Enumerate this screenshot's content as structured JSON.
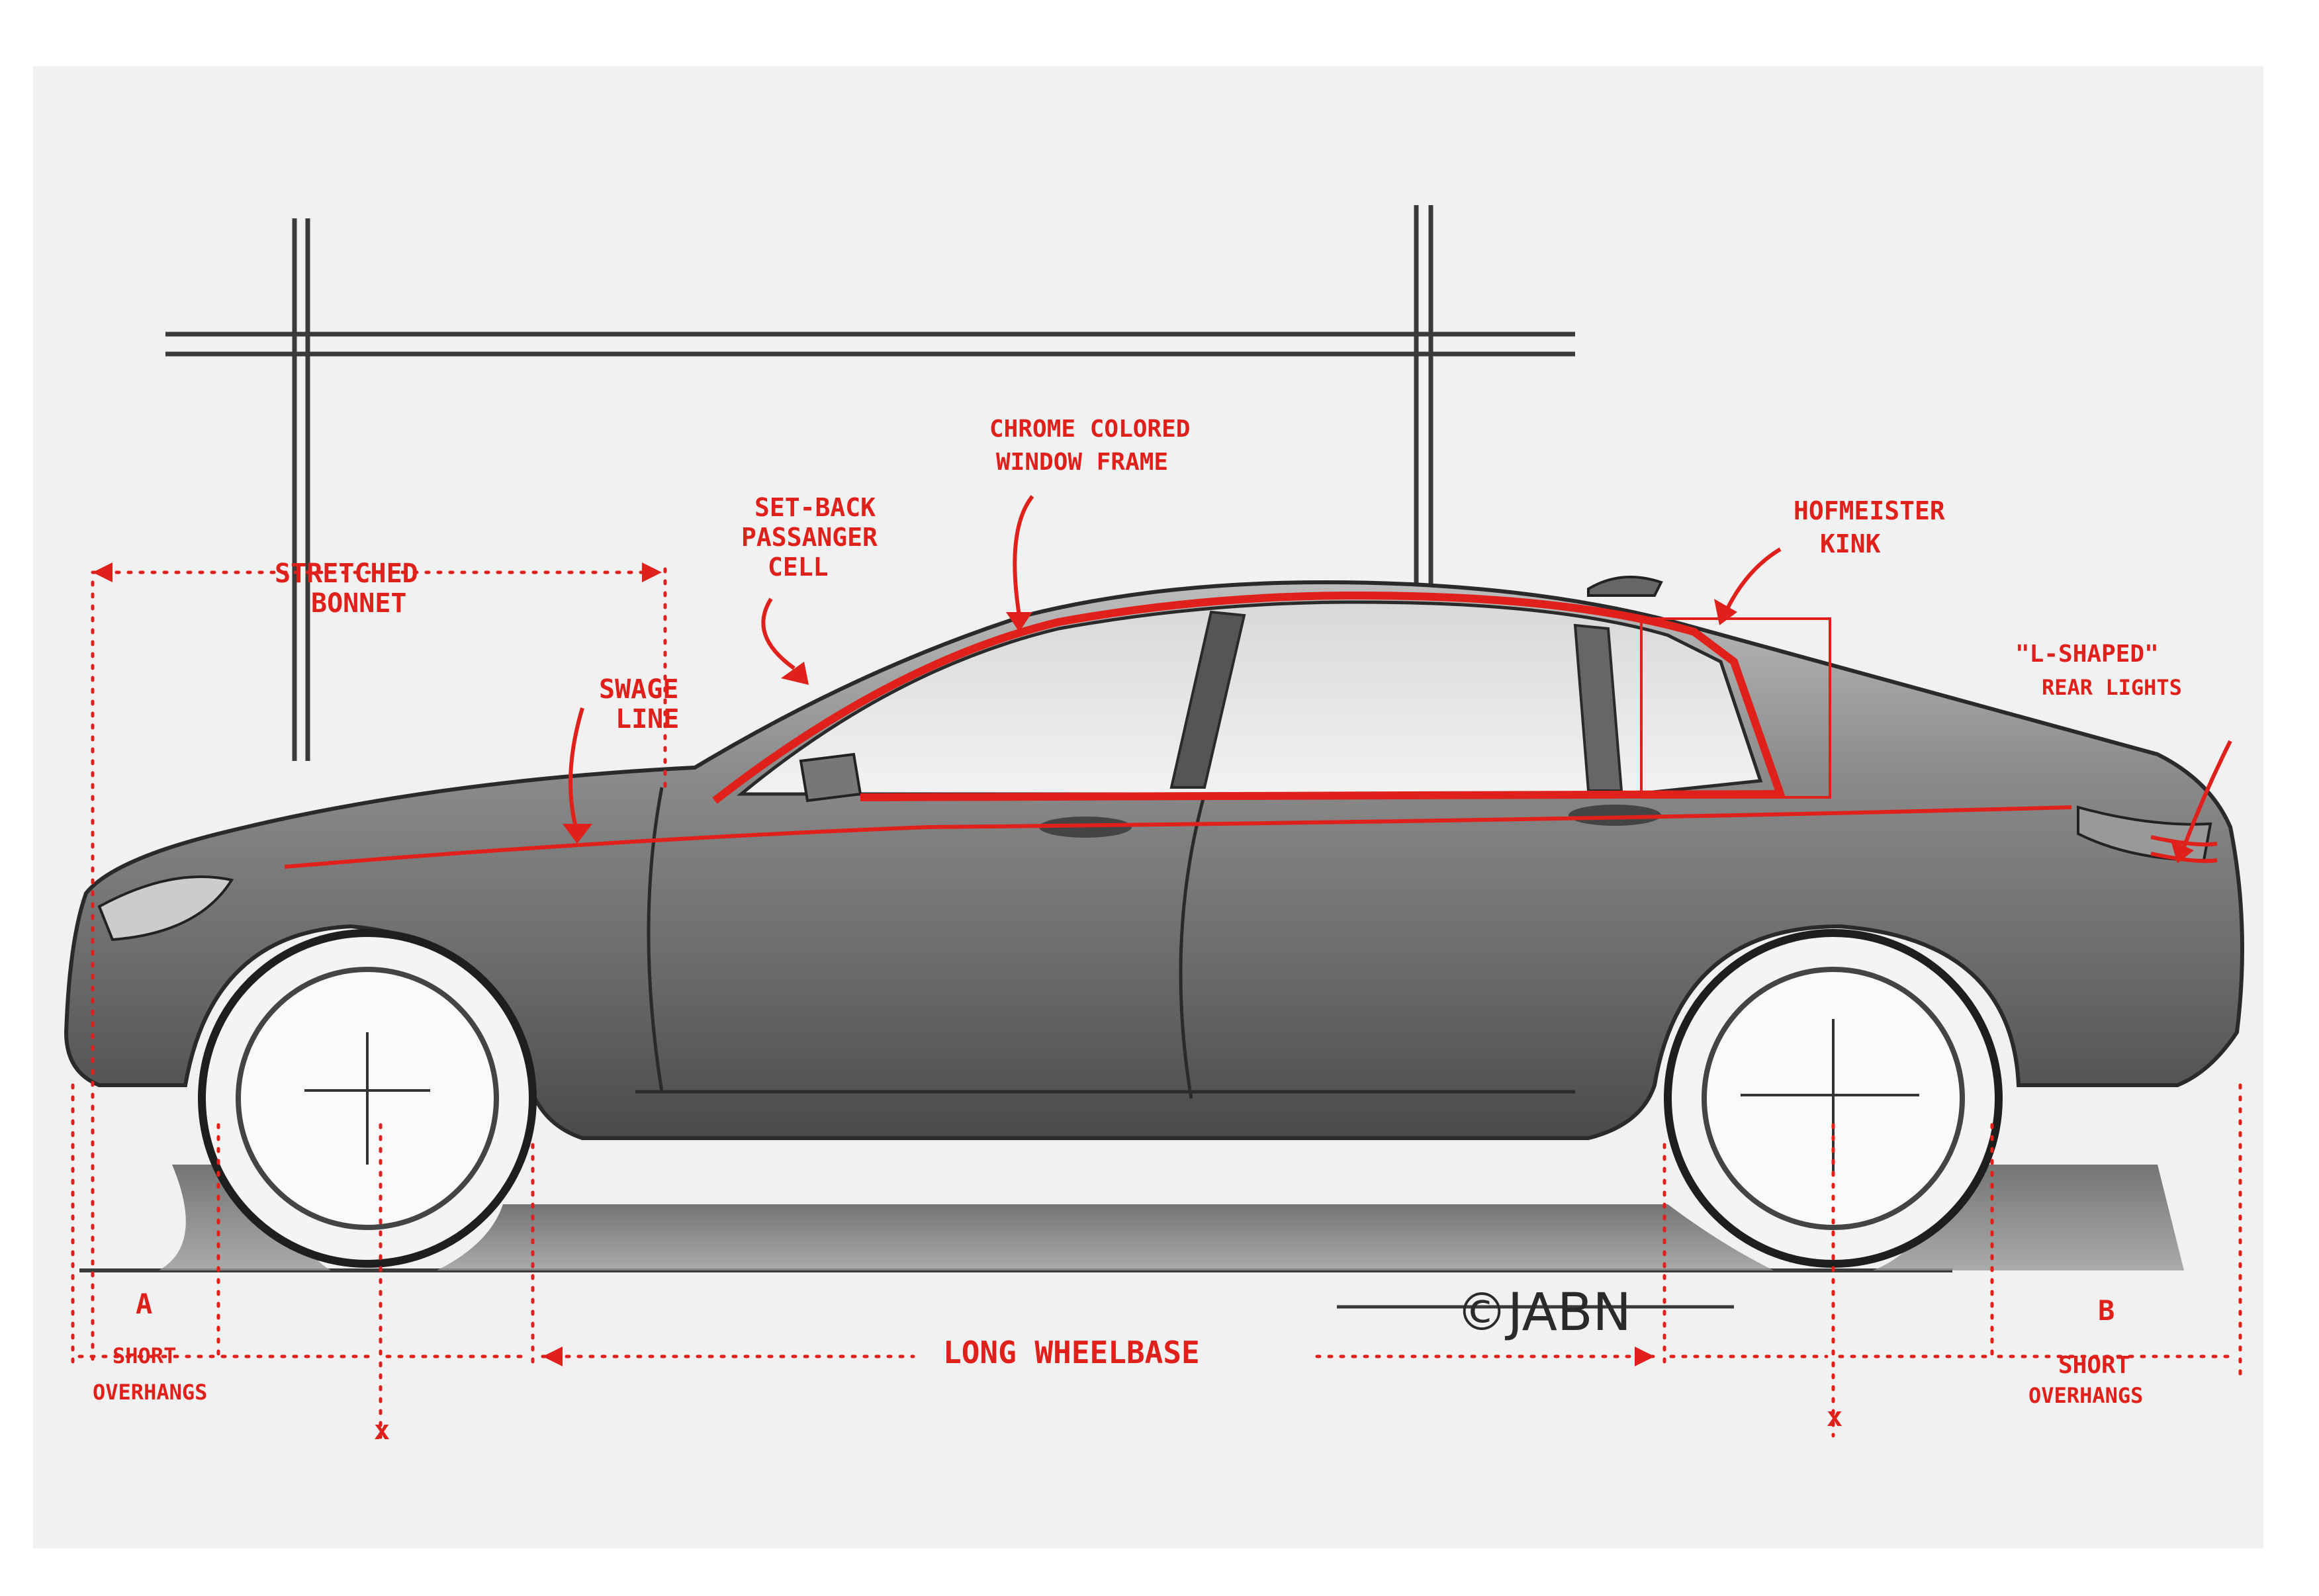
{
  "colors": {
    "annotation": "#e0201a",
    "pencil": "#3a3a3a",
    "paper": "#f1f1f1"
  },
  "annotations": {
    "stretched_bonnet": [
      "STRETCHED",
      "BONNET"
    ],
    "swage_line": [
      "SWAGE",
      "LINE"
    ],
    "set_back_cell": [
      "SET-BACK",
      "PASSANGER",
      "CELL"
    ],
    "chrome_frame": [
      "CHROME COLORED",
      "WINDOW FRAME"
    ],
    "hofmeister_kink": [
      "HOFMEISTER",
      "KINK"
    ],
    "rear_lights": [
      "\"L-SHAPED\"",
      "REAR LIGHTS"
    ],
    "overhang_front": [
      "SHORT",
      "OVERHANGS"
    ],
    "overhang_rear": [
      "SHORT",
      "OVERHANGS"
    ],
    "wheelbase": "LONG WHEELBASE",
    "point_a": "A",
    "point_b": "B",
    "axle_front": "x",
    "axle_rear": "x"
  },
  "signature": "©JABN"
}
